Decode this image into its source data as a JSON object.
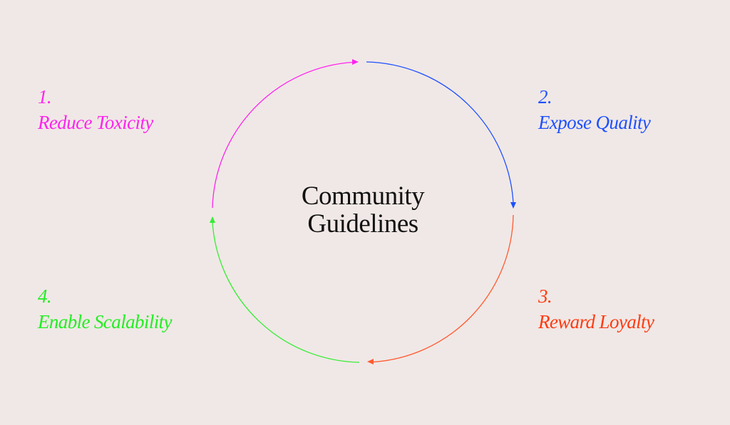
{
  "title": {
    "line1": "Community",
    "line2": "Guidelines"
  },
  "steps": [
    {
      "number": "1.",
      "label": "Reduce Toxicity",
      "color": "#ff22ee"
    },
    {
      "number": "2.",
      "label": "Expose Quality",
      "color": "#1e50ff"
    },
    {
      "number": "3.",
      "label": "Reward Loyalty",
      "color": "#ff3a10"
    },
    {
      "number": "4.",
      "label": "Enable Scalability",
      "color": "#22ee22"
    }
  ]
}
